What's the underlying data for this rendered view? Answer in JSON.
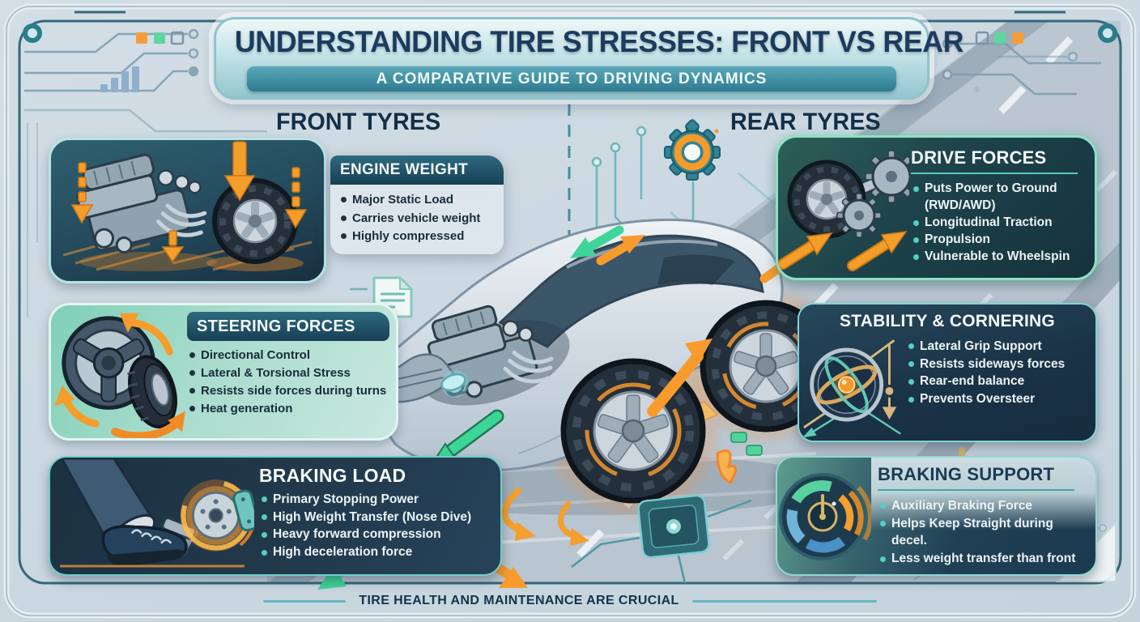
{
  "title": {
    "main": "UNDERSTANDING TIRE STRESSES: FRONT VS REAR",
    "subtitle": "A COMPARATIVE GUIDE TO DRIVING DYNAMICS"
  },
  "front": {
    "heading": "FRONT TYRES",
    "cards": [
      {
        "title": "ENGINE WEIGHT",
        "icon": "engine-icon",
        "bullets": [
          "Major Static Load",
          "Carries vehicle weight",
          "Highly compressed"
        ]
      },
      {
        "title": "STEERING FORCES",
        "icon": "steering-wheel-icon",
        "bullets": [
          "Directional Control",
          "Lateral & Torsional Stress",
          "Resists side forces during turns",
          "Heat generation"
        ]
      },
      {
        "title": "BRAKING LOAD",
        "icon": "brake-pedal-icon",
        "bullets": [
          "Primary Stopping Power",
          "High Weight Transfer (Nose Dive)",
          "Heavy forward compression",
          "High deceleration force"
        ]
      }
    ]
  },
  "rear": {
    "heading": "REAR TYRES",
    "cards": [
      {
        "title": "DRIVE FORCES",
        "icon": "drivetrain-gears-icon",
        "bullets": [
          "Puts Power to Ground (RWD/AWD)",
          "Longitudinal Traction",
          "Propulsion",
          "Vulnerable to Wheelspin"
        ]
      },
      {
        "title": "STABILITY & CORNERING",
        "icon": "gyroscope-icon",
        "bullets": [
          "Lateral Grip Support",
          "Resists sideways forces",
          "Rear-end balance",
          "Prevents Oversteer"
        ]
      },
      {
        "title": "BRAKING SUPPORT",
        "icon": "brake-gauge-icon",
        "bullets": [
          "Auxiliary Braking Force",
          "Helps Keep Straight during decel.",
          "Less weight transfer than front"
        ]
      }
    ]
  },
  "footer": {
    "text": "TIRE HEALTH AND MAINTENANCE ARE CRUCIAL"
  },
  "colors": {
    "background": "#cdd9e2",
    "frame": "#35687b",
    "panel_dark": "#22384a",
    "header_bar": "#1d4a5f",
    "accent_teal": "#56c9c0",
    "accent_orange": "#f49f2e",
    "accent_green": "#3ed598",
    "title_text": "#1d3b5e",
    "light_card_bg": "#dfe9ed"
  }
}
